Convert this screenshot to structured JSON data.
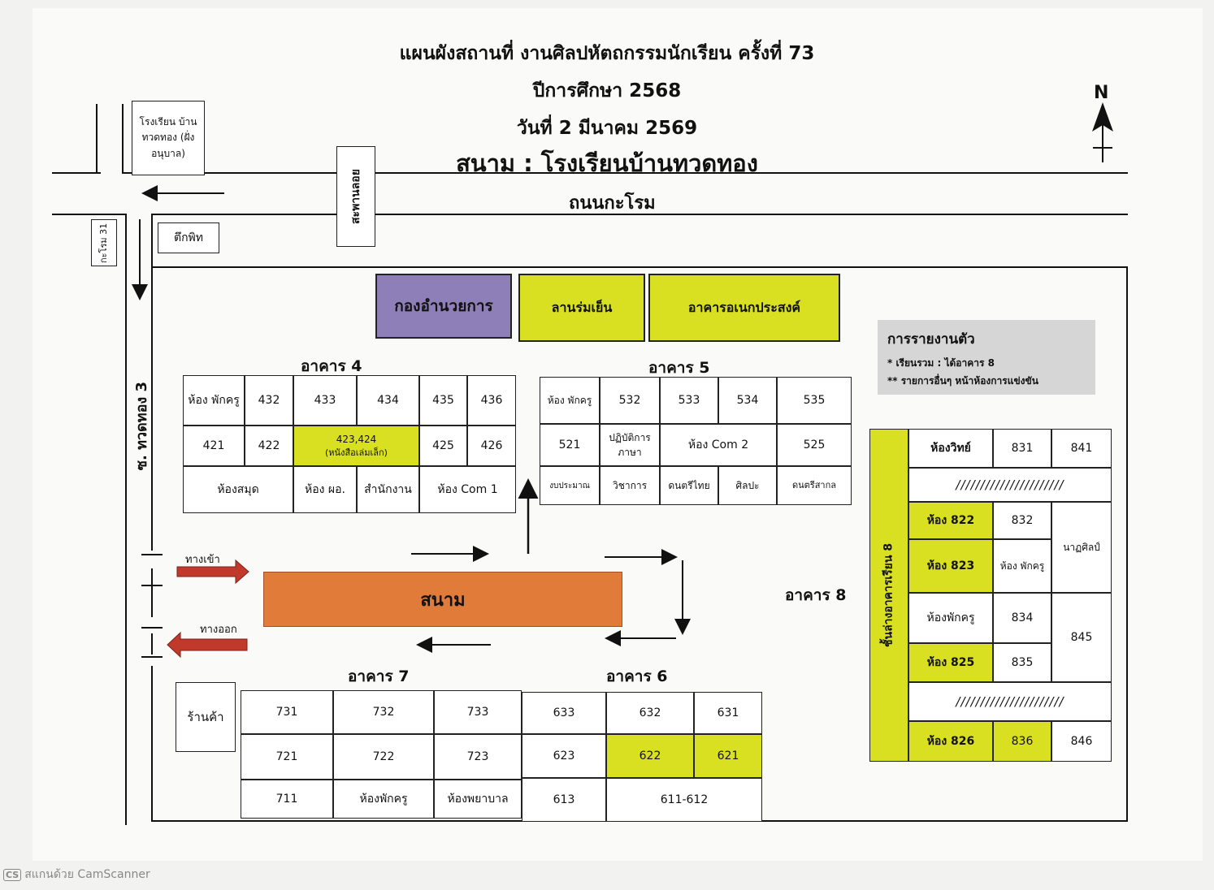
{
  "title": {
    "line1": "แผนผังสถานที่ งานศิลปหัตถกรรมนักเรียน ครั้งที่ 73",
    "line2": "ปีการศึกษา 2568",
    "line3": "วันที่ 2 มีนาคม 2569",
    "line4": "สนาม : โรงเรียนบ้านทวดทอง"
  },
  "compass": {
    "label": "N"
  },
  "roads": {
    "main": "ถนนกะโรม",
    "side": "ซ. ทวดทอง 3",
    "karom31": "กะโรม 31",
    "lane": "สะพานลอย"
  },
  "landmarks": {
    "kindergarten": "โรงเรียน บ้านทวดทอง (ฝั่งอนุบาล)",
    "shop_house": "ตึกพิท",
    "store": "ร้านค้า",
    "entrance": "ทางเข้า",
    "exit": "ทางออก",
    "field": "สนาม"
  },
  "top_buildings": {
    "admin": "กองอำนวยการ",
    "plaza": "ลานร่มเย็น",
    "multipurpose": "อาคารอเนกประสงค์"
  },
  "report_box": {
    "title": "การรายงานตัว",
    "item1": "* เรียนรวม : ได้อาคาร 8",
    "item2": "** รายการอื่นๆ หน้าห้องการแข่งขัน"
  },
  "building4": {
    "name": "อาคาร 4",
    "r1": [
      "ห้อง พักครู",
      "432",
      "433",
      "434",
      "435",
      "436"
    ],
    "r2": [
      "421",
      "422",
      "423,424",
      "(หนังสือเล่มเล็ก)",
      "425",
      "426"
    ],
    "r3": [
      "ห้องสมุด",
      "ห้อง ผอ.",
      "สำนักงาน",
      "ห้อง Com 1"
    ]
  },
  "building5": {
    "name": "อาคาร 5",
    "r1": [
      "ห้อง พักครู",
      "532",
      "533",
      "534",
      "535"
    ],
    "r2": [
      "521",
      "ปฏิบัติการ ภาษา",
      "ห้อง Com 2",
      "525"
    ],
    "r3": [
      "งบประมาณ",
      "วิชาการ",
      "ดนตรีไทย",
      "ศิลปะ",
      "ดนตรีสากล"
    ]
  },
  "building6": {
    "name": "อาคาร 6",
    "r1": [
      "633",
      "632",
      "631"
    ],
    "r2": [
      "623",
      "622",
      "621"
    ],
    "r3": [
      "613",
      "611-612"
    ]
  },
  "building7": {
    "name": "อาคาร 7",
    "r1": [
      "731",
      "732",
      "733"
    ],
    "r2": [
      "721",
      "722",
      "723"
    ],
    "r3": [
      "711",
      "ห้องพักครู",
      "ห้องพยาบาล"
    ]
  },
  "building8": {
    "name": "อาคาร 8",
    "corridor": "ชั้นล่างอาคารเรียน 8",
    "hatch": "//////////////////////",
    "c_science": "ห้องวิทย์",
    "c831": "831",
    "c841": "841",
    "c822": "ห้อง 822",
    "c832": "832",
    "c_natasilp": "นาฏศิลป์",
    "c823": "ห้อง 823",
    "c_teacher1": "ห้อง พักครู",
    "c_teacher2": "ห้องพักครู",
    "c834": "834",
    "c845": "845",
    "c825": "ห้อง 825",
    "c835": "835",
    "c826": "ห้อง 826",
    "c836": "836",
    "c846": "846"
  },
  "footer": {
    "logo": "CS",
    "text": "สแกนด้วย CamScanner"
  },
  "colors": {
    "purple": "#8f7fb8",
    "yellow": "#d9e021",
    "orange": "#e07b39",
    "red": "#c0392b",
    "grey": "#d6d6d6"
  }
}
